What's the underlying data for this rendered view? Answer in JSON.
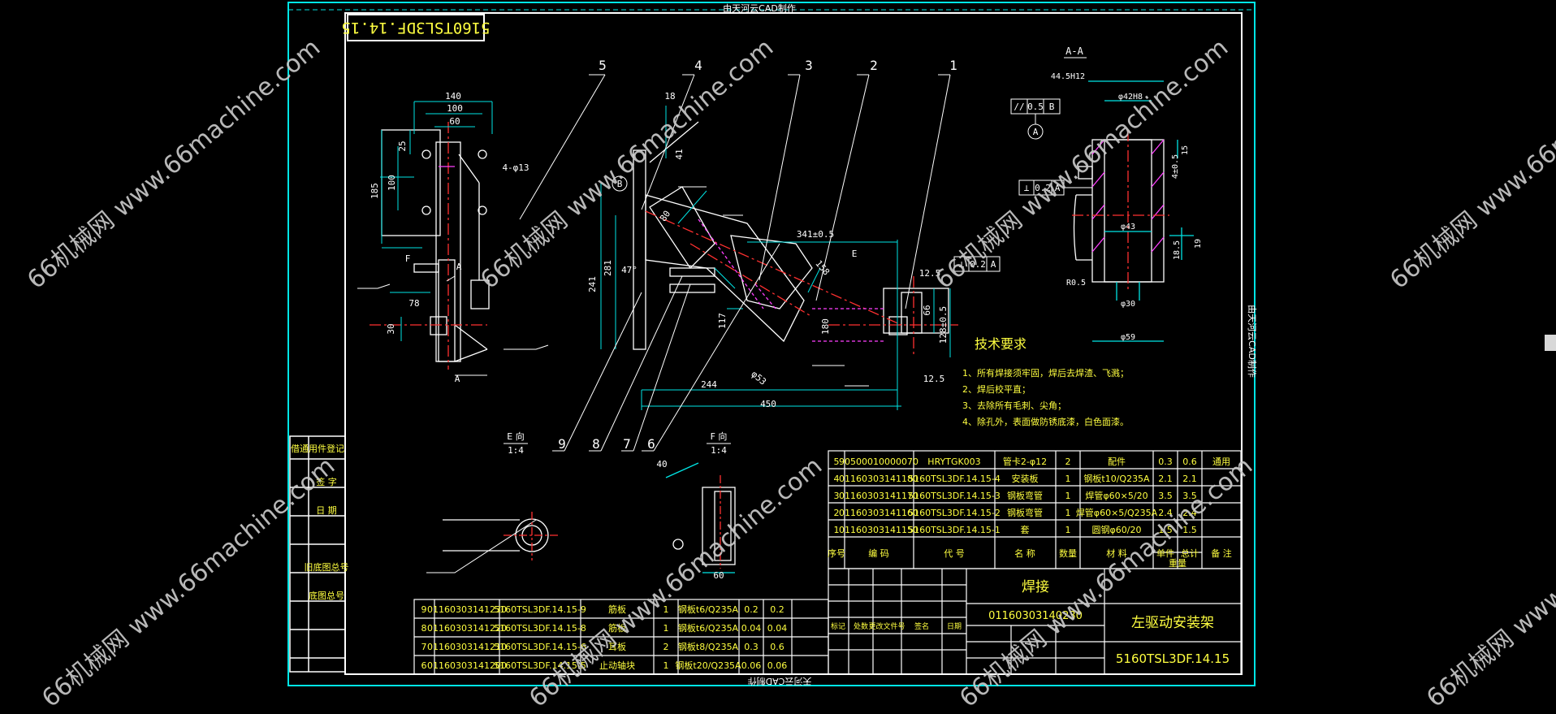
{
  "title_top": "由天河云CAD制作",
  "title_bottom": "天河云CAD制作",
  "title_side": "由天河云CAD制作",
  "drawing_code_box": "5160TSL3DF.14.15",
  "watermark_text": "66机械网 www.66machine.com",
  "balloons": [
    "5",
    "4",
    "3",
    "2",
    "1",
    "9",
    "8",
    "7",
    "6"
  ],
  "section_label": "A-A",
  "view_e": "E 向",
  "view_e_scale": "1:4",
  "view_f": "F 向",
  "view_f_scale": "1:4",
  "dims": {
    "d140": "140",
    "d100": "100",
    "d60": "60",
    "d25": "25",
    "d100v": "100",
    "d185": "185",
    "holes": "4-φ13",
    "d78": "78",
    "d30": "30",
    "d18": "18",
    "d41": "41",
    "d80": "80",
    "d281": "281",
    "d241": "241",
    "d47": "47°",
    "d341": "341±0.5",
    "d158": "158",
    "d66": "66",
    "d128": "128±0.5",
    "d117": "117",
    "d180": "180",
    "d244": "244",
    "d450": "450",
    "d653": "φ53",
    "d40": "40",
    "d60b": "60",
    "d12_5": "12.5",
    "d44": "44.5H12",
    "d42": "φ42H8",
    "d15": "15",
    "d45": "4±0.5",
    "d43": "φ43",
    "d18_5": "18.5",
    "d19": "19",
    "r05": "R0.5",
    "d30b": "φ30",
    "d59": "φ59"
  },
  "tolerance_frames": [
    {
      "sym": "//",
      "val": "0.5",
      "ref": "B"
    },
    {
      "sym": "⊥",
      "val": "0.2",
      "ref": "A"
    },
    {
      "sym": "⊥",
      "val": "0.2",
      "ref": "A"
    }
  ],
  "datums": [
    "A",
    "B",
    "A",
    "A",
    "F",
    "E"
  ],
  "tech_title": "技术要求",
  "tech_notes": [
    "1、所有焊接须牢固，焊后去焊渣、飞溅；",
    "2、焊后校平直；",
    "3、去除所有毛刺、尖角；",
    "4、除孔外，表面做防锈底漆，白色面漆。"
  ],
  "bom_upper": [
    [
      "5",
      "90500010000070",
      "HRYTGK003",
      "管卡2-φ12",
      "2",
      "配件",
      "0.3",
      "0.6",
      "通用"
    ],
    [
      "4",
      "01160303141180",
      "5160TSL3DF.14.15-4",
      "安装板",
      "1",
      "钢板t10/Q235A",
      "2.1",
      "2.1",
      ""
    ],
    [
      "3",
      "01160303141170",
      "5160TSL3DF.14.15-3",
      "钢板弯管",
      "1",
      "焊管φ60×5/20",
      "3.5",
      "3.5",
      ""
    ],
    [
      "2",
      "01160303141160",
      "5160TSL3DF.14.15-2",
      "钢板弯管",
      "1",
      "焊管φ60×5/Q235A",
      "2.4",
      "2.4",
      ""
    ],
    [
      "1",
      "01160303141150",
      "5160TSL3DF.14.15-1",
      "套",
      "1",
      "圆钢φ60/20",
      "1.5",
      "1.5",
      ""
    ]
  ],
  "bom_header": [
    "序号",
    "编  码",
    "代   号",
    "名  称",
    "数量",
    "材  料",
    "单件",
    "总计",
    "备  注"
  ],
  "bom_weight": "重量",
  "bom_lower": [
    [
      "9",
      "01160303141230",
      "5160TSL3DF.14.15-9",
      "筋板",
      "1",
      "钢板t6/Q235A",
      "0.2",
      "0.2"
    ],
    [
      "8",
      "01160303141220",
      "5160TSL3DF.14.15-8",
      "筋板",
      "1",
      "钢板t6/Q235A",
      "0.04",
      "0.04"
    ],
    [
      "7",
      "01160303141210",
      "5160TSL3DF.14.15-6",
      "耳板",
      "2",
      "钢板t8/Q235A",
      "0.3",
      "0.6"
    ],
    [
      "6",
      "01160303141200",
      "5160TSL3DF.14.15-5",
      "止动轴块",
      "1",
      "钢板t20/Q235A",
      "0.06",
      "0.06"
    ]
  ],
  "title_block": {
    "type": "焊接",
    "code": "01160303140230",
    "name": "左驱动安装架",
    "drawing_no": "5160TSL3DF.14.15",
    "cells": [
      "标记",
      "处数",
      "更改文件号",
      "签名",
      "日期"
    ]
  },
  "left_column": [
    "借通用件登记",
    "旧底图总号",
    "底图总号",
    "签  字",
    "日  期"
  ]
}
